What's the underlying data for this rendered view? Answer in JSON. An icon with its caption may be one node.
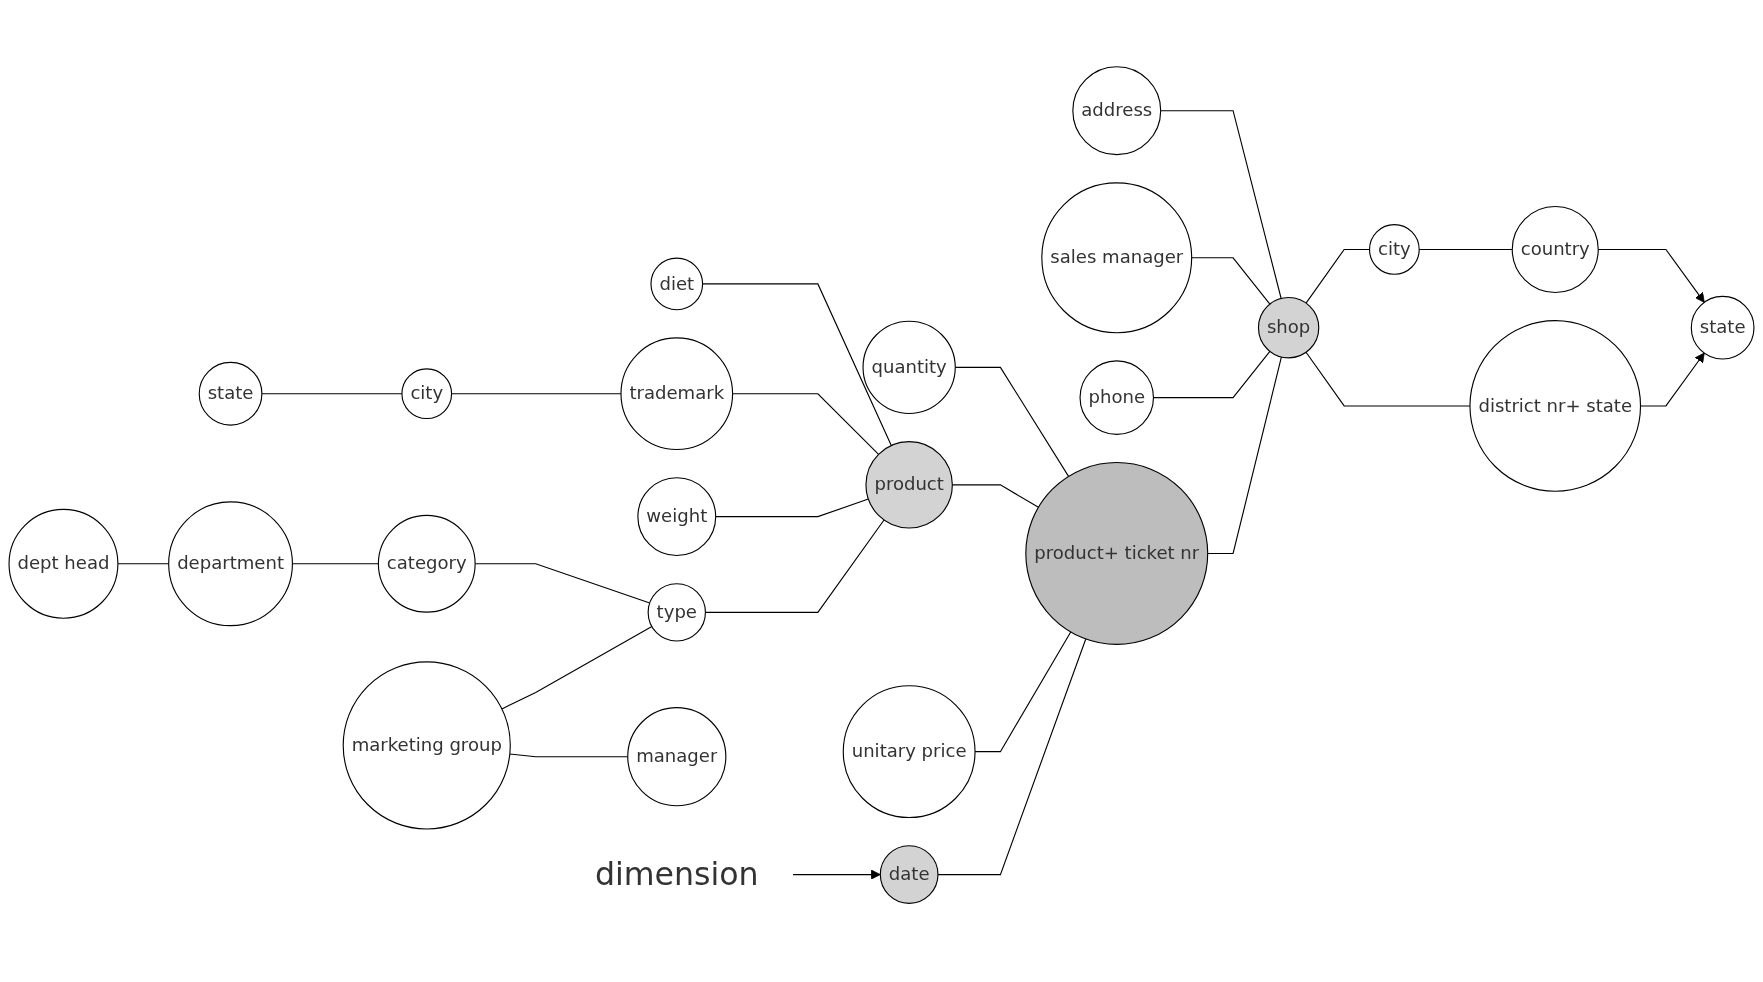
{
  "diagram": {
    "nodes": [
      {
        "text": [
          "state"
        ]
      },
      {
        "text": [
          "address"
        ]
      },
      {
        "text": [
          "sales manager"
        ]
      },
      {
        "text": [
          "dept head"
        ]
      },
      {
        "text": [
          "city"
        ]
      },
      {
        "text": [
          "phone"
        ]
      },
      {
        "text": [
          "department"
        ]
      },
      {
        "text": [
          "diet"
        ]
      },
      {
        "text": [
          "trademark"
        ]
      },
      {
        "text": [
          "quantity"
        ]
      },
      {
        "text": [
          "city"
        ]
      },
      {
        "text": [
          "country"
        ]
      },
      {
        "text": [
          "state"
        ]
      },
      {
        "text": [
          "weight"
        ]
      },
      {
        "text": [
          "shop"
        ]
      },
      {
        "text": [
          "category"
        ]
      },
      {
        "text": [
          "type"
        ]
      },
      {
        "text": [
          "product"
        ]
      },
      {
        "text": [
          "product+ ticket nr"
        ]
      },
      {
        "text": [
          "district nr+ state"
        ]
      },
      {
        "text": [
          "marketing group"
        ]
      },
      {
        "text": [
          "unitary price"
        ]
      },
      {
        "text": [
          "date"
        ]
      },
      {
        "text": [
          "manager"
        ]
      },
      {
        "text": [
          "dimension"
        ]
      }
    ],
    "edges": [
      {
        "from": 3,
        "to": 6,
        "arrow": "none"
      },
      {
        "from": 6,
        "to": 15,
        "arrow": "none"
      },
      {
        "from": 15,
        "to": 16,
        "arrow": "none"
      },
      {
        "from": 20,
        "to": 16,
        "arrow": "none"
      },
      {
        "from": 20,
        "to": 23,
        "arrow": "none"
      },
      {
        "from": 16,
        "to": 17,
        "arrow": "none"
      },
      {
        "from": 13,
        "to": 17,
        "arrow": "none"
      },
      {
        "from": 7,
        "to": 17,
        "arrow": "none"
      },
      {
        "from": 8,
        "to": 17,
        "arrow": "none"
      },
      {
        "from": 4,
        "to": 8,
        "arrow": "none"
      },
      {
        "from": 0,
        "to": 4,
        "arrow": "none"
      },
      {
        "from": 17,
        "to": 18,
        "arrow": "none"
      },
      {
        "from": 9,
        "to": 18,
        "arrow": "none"
      },
      {
        "from": 21,
        "to": 18,
        "arrow": "none"
      },
      {
        "from": 22,
        "to": 18,
        "arrow": "none"
      },
      {
        "from": 18,
        "to": 14,
        "arrow": "none"
      },
      {
        "from": 2,
        "to": 14,
        "arrow": "none"
      },
      {
        "from": 1,
        "to": 14,
        "arrow": "none"
      },
      {
        "from": 5,
        "to": 14,
        "arrow": "none"
      },
      {
        "from": 14,
        "to": 10,
        "arrow": "none"
      },
      {
        "from": 10,
        "to": 11,
        "arrow": "none"
      },
      {
        "from": 11,
        "to": 12,
        "arrow": "to"
      },
      {
        "from": 14,
        "to": 19,
        "arrow": "none"
      },
      {
        "from": 19,
        "to": 12,
        "arrow": "to"
      },
      {
        "from": 24,
        "to": 22,
        "arrow": "to"
      }
    ]
  }
}
